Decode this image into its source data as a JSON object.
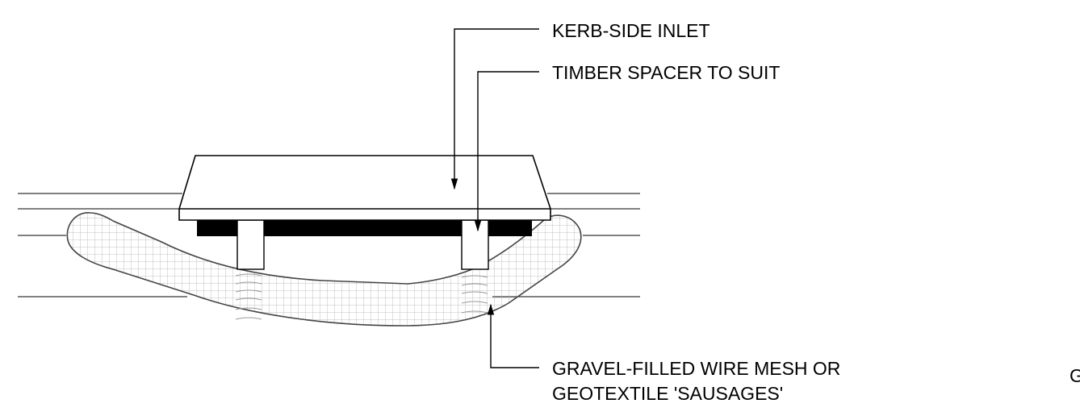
{
  "labels": {
    "inlet": "KERB-SIDE INLET",
    "spacer": "TIMBER SPACER TO SUIT",
    "sausage_line1": "GRAVEL-FILLED WIRE MESH OR",
    "sausage_line2": "GEOTEXTILE 'SAUSAGES'",
    "edge_fragment": "G"
  },
  "colors": {
    "line": "#000000",
    "mesh": "#b0b0b0",
    "spacer_fill": "#ffffff",
    "base_fill": "#000000"
  }
}
